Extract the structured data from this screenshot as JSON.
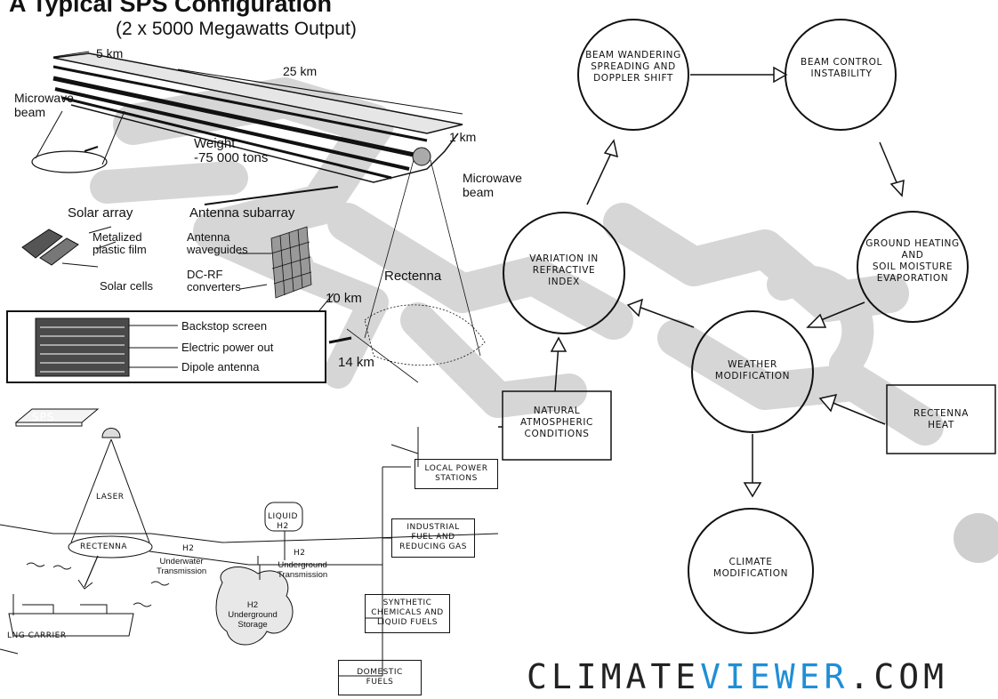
{
  "sps": {
    "title": "A Typical SPS Configuration",
    "subtitle": "(2 x 5000 Megawatts Output)",
    "dims": {
      "width": "5 km",
      "length": "25 km",
      "height": "1 km",
      "rect_width": "10 km",
      "rect_length": "14 km"
    },
    "labels": {
      "microwave_beam_left": [
        "Microwave",
        "beam"
      ],
      "weight": [
        "Weight",
        "-75 000 tons"
      ],
      "microwave_beam_right": [
        "Microwave",
        "beam"
      ],
      "solar_array": "Solar array",
      "antenna_subarray": "Antenna subarray",
      "metalized": [
        "Metalized",
        "plastic film"
      ],
      "solar_cells": "Solar cells",
      "antenna_waveguides": [
        "Antenna",
        "waveguides"
      ],
      "dcrf": [
        "DC-RF",
        "converters"
      ],
      "rectenna": "Rectenna"
    },
    "inset": [
      "Backstop screen",
      "Electric power out",
      "Dipole antenna"
    ]
  },
  "h2": {
    "sps": "SPS",
    "laser": "LASER",
    "rectenna": "RECTENNA",
    "lng": "LNG CARRIER",
    "liquid_h2": [
      "LIQUID",
      "H2"
    ],
    "h2_1": "H2",
    "h2_2": "H2",
    "underwater": [
      "Underwater",
      "Transmission"
    ],
    "underground_trans": [
      "Underground",
      "Transmission"
    ],
    "storage": [
      "H2",
      "Underground",
      "Storage"
    ],
    "outputs": [
      [
        "LOCAL POWER",
        "STATIONS"
      ],
      [
        "INDUSTRIAL",
        "FUEL AND",
        "REDUCING GAS"
      ],
      [
        "SYNTHETIC",
        "CHEMICALS AND",
        "LIQUID FUELS"
      ],
      [
        "DOMESTIC",
        "FUELS"
      ]
    ]
  },
  "flow": {
    "beam_wandering": [
      "BEAM WANDERING",
      "SPREADING AND",
      "DOPPLER SHIFT"
    ],
    "beam_control": [
      "BEAM CONTROL",
      "INSTABILITY"
    ],
    "ground_heating": [
      "GROUND HEATING",
      "AND",
      "SOIL MOISTURE",
      "EVAPORATION"
    ],
    "variation": [
      "VARIATION IN",
      "REFRACTIVE",
      "INDEX"
    ],
    "weather": [
      "WEATHER",
      "MODIFICATION"
    ],
    "climate": [
      "CLIMATE",
      "MODIFICATION"
    ],
    "natural": [
      "NATURAL",
      "ATMOSPHERIC",
      "CONDITIONS"
    ],
    "rectenna_heat": [
      "RECTENNA",
      "HEAT"
    ]
  },
  "watermark": {
    "prefix": "CLIMATE",
    "highlight": "VIEWER",
    "suffix": ".COM",
    "highlight_color": "#1f8fd6",
    "text_color": "#222222"
  }
}
